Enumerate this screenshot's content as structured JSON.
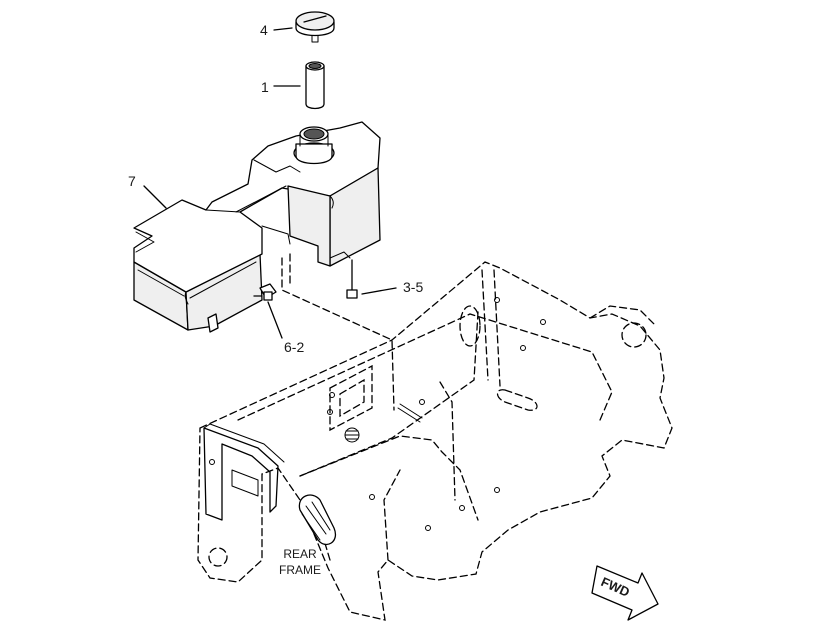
{
  "callouts": {
    "cap": "4",
    "tube": "1",
    "tank": "7",
    "bolt_right": "3-5",
    "bolt_left": "6-2"
  },
  "frame_label": {
    "line1": "REAR",
    "line2": "FRAME"
  },
  "direction_arrow": {
    "label": "FWD"
  }
}
